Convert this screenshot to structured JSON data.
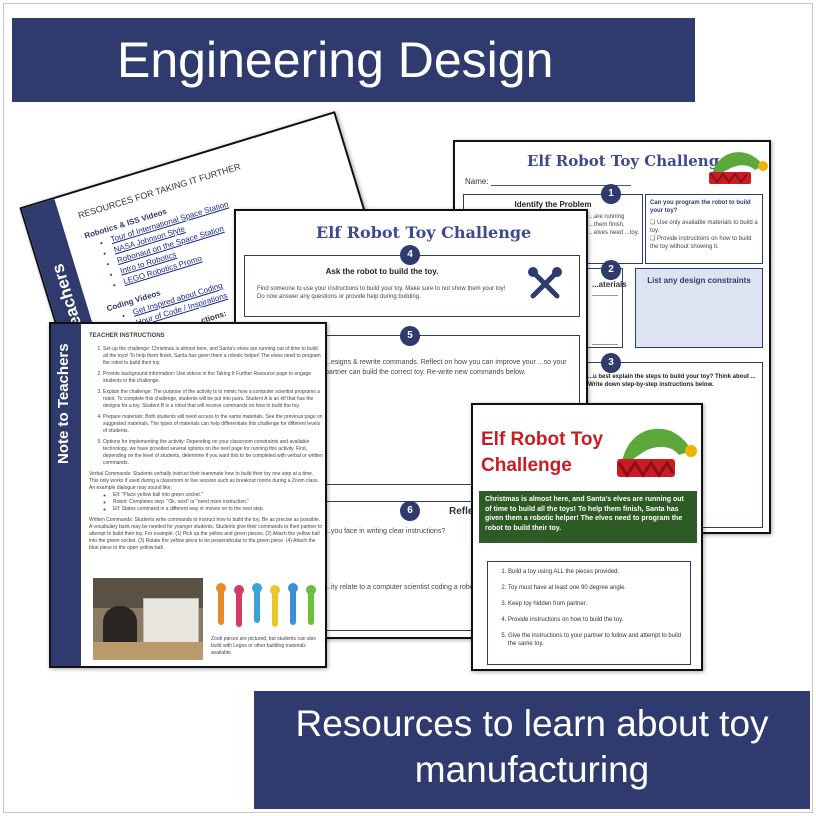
{
  "banner_title": "Engineering Design",
  "banner_subtitle": "Resources to learn about toy manufacturing",
  "resources_page": {
    "sidebar": "Note to Teachers",
    "heading": "RESOURCES FOR TAKING IT FURTHER",
    "video_heading_1": "Robotics & ISS Videos",
    "links_1": [
      "Tour of International Space Station",
      "NASA Johnson Style",
      "Robonaut on the Space Station",
      "Intro to Robotics",
      "LEGO Robotics Promo"
    ],
    "video_heading_2": "Coding Videos",
    "links_2": [
      "Get Inspired about Coding",
      "Hour of Code / Inspirations"
    ],
    "more": "...ctions:"
  },
  "worksheet_right": {
    "title": "Elf Robot Toy Challenge",
    "name_label": "Name:",
    "step1_label": "1",
    "step1_title": "Identify the Problem",
    "step1_text": "...are running ...them finish, ...elves need ...toy.",
    "question_title": "Can you program the robot to build your toy?",
    "question_items": [
      "Use only available materials to build a toy.",
      "Provide instructions on how to build the toy without showing it."
    ],
    "step2_label": "2",
    "materials_label": "...aterials",
    "constraints_title": "List any design constraints",
    "step3_label": "3",
    "step3_text": "...u best explain the steps to build your toy? Think about ... Write down step-by-step instructions below."
  },
  "worksheet_mid": {
    "title": "Elf Robot Toy Challenge",
    "step4_label": "4",
    "step4_title": "Ask the robot to build the toy.",
    "step4_text": "Find someone to use your instructions to build your toy. Make sure to not show them your toy! Do now answer any questions or provide help during building.",
    "step5_label": "5",
    "step5_text": "...esigns & rewrite commands. Reflect on how you can improve your ...so your partner can build the correct toy. Re-write new commands below.",
    "step6_label": "6",
    "step6_title": "Refle...",
    "step6_q1": "...you face in writing clear instructions?",
    "step6_q2": "...ity relate to a computer scientist coding a robo..."
  },
  "teacher_page": {
    "sidebar": "Note to Teachers",
    "heading": "TEACHER INSTRUCTIONS",
    "items": [
      "Set-up the challenge: Christmas is almost here, and Santa's elves are running out of time to build all the toys! To help them finish, Santa has given them a robotic helper! The elves need to program the robot to build their toy.",
      "Provide background information: Use videos in the Taking It Further Resource page to engage students in the challenge.",
      "Explain the challenge: The purpose of the activity is to mimic how a computer scientist programs a robot. To complete this challenge, students will be put into pairs. Student A is an elf that has the designs for a toy. Student B is a robot that will receive commands on how to build the toy.",
      "Prepare materials: Both students will need access to the same materials. See the previous page on suggested materials. The types of materials can help differentiate this challenge for different levels of students.",
      "Options for implementing the activity: Depending on your classroom constraints and available technology, we have provided several options on the next page for running this activity. First, depending on the level of students, determine if you want this to be completed with verbal or written commands."
    ],
    "verbal": "Verbal Commands: Students verbally instruct their teammate how to build their toy one step at a time. This only works if used during a classroom or live session such as breakout rooms during a Zoom class. An example dialogue may sound like:",
    "verbal_lines": [
      "Elf: \"Place yellow ball into green socket.\"",
      "Robot: Completes step. \"Ok, next\" or \"need more instruction.\"",
      "Elf: States command in a different way or moves on to the next step."
    ],
    "written": "Written Commands: Students write commands to instruct how to build the toy. Be as precise as possible. A vocabulary bank may be needed for younger students. Students give their commands to their partner to attempt to build their toy. For example: (1) Pick up the yellow and green pieces. (2) Attach the yellow ball into the green socket. (3) Rotate the yellow piece to be perpendicular to the green piece. (4) Attach the blue piece to the open yellow ball.",
    "caption": "Zoob pieces are pictured, but students can also build with Legos or other building materials available."
  },
  "cover_page": {
    "title_line1": "Elf Robot Toy",
    "title_line2": "Challenge",
    "intro": "Christmas is almost here, and Santa's elves are running out of time to build all the toys! To help them finish, Santa has given them a robotic helper! The elves need to program the robot to build their toy.",
    "steps": [
      "Build a toy using ALL the pieces provided.",
      "Toy must have at least one 90 degree angle.",
      "Keep toy hidden from partner.",
      "Provide instructions on how to build the toy.",
      "Give the instructions to your partner to follow and attempt to build the same toy."
    ]
  }
}
